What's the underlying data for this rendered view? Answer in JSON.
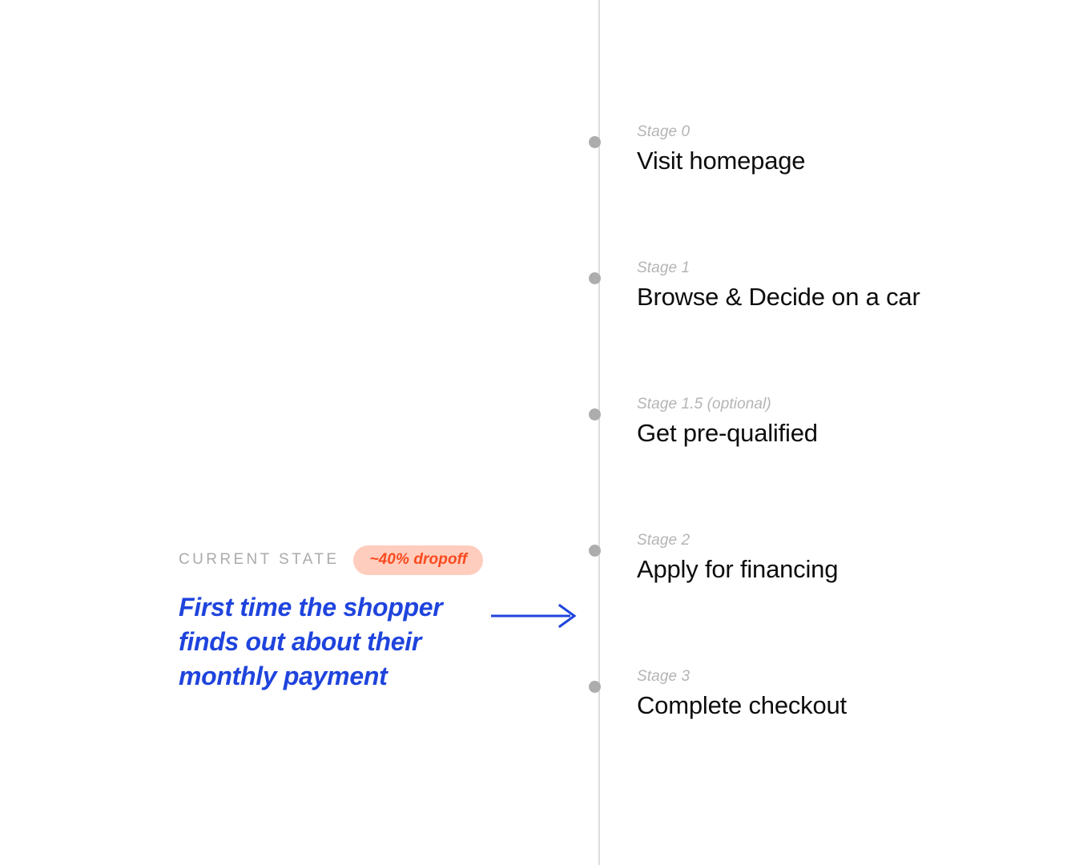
{
  "colors": {
    "background": "#ffffff",
    "rail": "#dddddd",
    "dot": "#adadad",
    "stage_label": "#b4b4b4",
    "stage_title": "#0d0d0d",
    "eyebrow": "#ababab",
    "badge_bg": "#ffcdbe",
    "badge_text": "#fb4a1e",
    "callout_text": "#1f44dd",
    "arrow": "#1f44dd"
  },
  "timeline": {
    "stages": [
      {
        "label": "Stage 0",
        "title": "Visit homepage"
      },
      {
        "label": "Stage 1",
        "title": "Browse & Decide on a car"
      },
      {
        "label": "Stage 1.5 (optional)",
        "title": "Get pre-qualified"
      },
      {
        "label": "Stage 2",
        "title": "Apply for financing"
      },
      {
        "label": "Stage 3",
        "title": "Complete checkout"
      }
    ]
  },
  "annotation": {
    "eyebrow": "CURRENT STATE",
    "badge": "~40% dropoff",
    "callout_line_1": "First time the shopper",
    "callout_line_2": "finds out about their",
    "callout_line_3": "monthly payment",
    "callout_full": "First time the shopper finds out about their monthly payment",
    "arrow_icon": "arrow-right-icon",
    "points_to_stage": "Stage 2"
  }
}
